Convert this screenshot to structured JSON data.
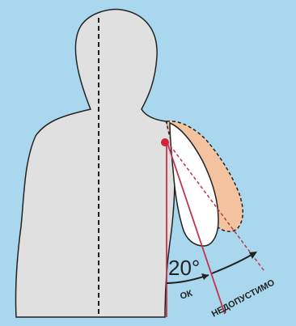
{
  "labels": {
    "angle": "20°",
    "ok": "ОК",
    "not_allowed": "НЕДОПУСТИМО"
  },
  "colors": {
    "background": "#a9d7ee",
    "silhouette": "#e0e0e0",
    "outline": "#222222",
    "arm_fill_ok": "#ffffff",
    "arm_fill_bad": "#f3c29f",
    "guide_line": "#c0344c",
    "pivot_dot": "#d4203a"
  }
}
